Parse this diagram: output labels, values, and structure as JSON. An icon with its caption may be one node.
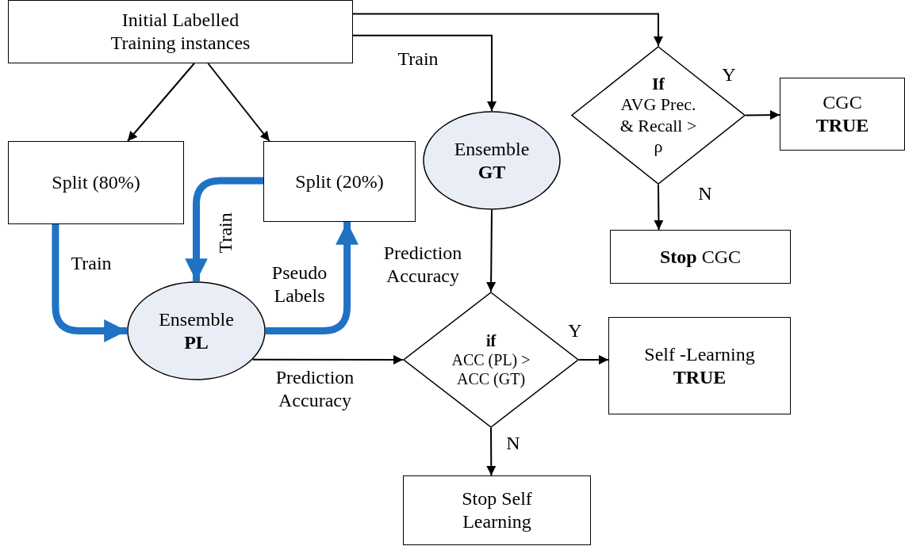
{
  "diagram": {
    "nodes": [
      {
        "text": [
          "Initial Labelled Training instances"
        ]
      },
      {
        "text": [
          "Split (80%)"
        ]
      },
      {
        "text": [
          "Split (20%)"
        ]
      },
      {
        "text": [
          "Ensemble",
          "GT"
        ]
      },
      {
        "text": [
          "If",
          "AVG Prec. & Recall > ρ"
        ]
      },
      {
        "text": [
          "CGC",
          "TRUE"
        ]
      },
      {
        "text": [
          "**Stop** CGC"
        ]
      },
      {
        "text": [
          "Ensemble",
          "PL"
        ]
      },
      {
        "text": [
          "if",
          "ACC (PL) > ACC (GT)"
        ]
      },
      {
        "text": [
          "Self -Learning",
          "TRUE"
        ]
      },
      {
        "text": [
          "Stop Self Learning"
        ]
      }
    ],
    "edges": [
      {
        "from": 0,
        "to": 1,
        "arrow": "to"
      },
      {
        "from": 0,
        "to": 2,
        "arrow": "to"
      },
      {
        "from": 0,
        "to": 3,
        "arrow": "to",
        "label": "Train"
      },
      {
        "from": 0,
        "to": 4,
        "arrow": "to"
      },
      {
        "from": 4,
        "to": 5,
        "arrow": "to",
        "label": "Y"
      },
      {
        "from": 4,
        "to": 6,
        "arrow": "to",
        "label": "N"
      },
      {
        "from": 1,
        "to": 7,
        "arrow": "to",
        "label": "Train",
        "style": "thick",
        "color": "#1f72c4"
      },
      {
        "from": 2,
        "to": 7,
        "arrow": "to",
        "label": "Train",
        "style": "thick",
        "color": "#1f72c4"
      },
      {
        "from": 7,
        "to": 2,
        "arrow": "to",
        "label": "Pseudo Labels",
        "style": "thick",
        "color": "#1f72c4"
      },
      {
        "from": 7,
        "to": 8,
        "arrow": "to",
        "label": "Prediction Accuracy"
      },
      {
        "from": 3,
        "to": 8,
        "arrow": "to",
        "label": "Prediction Accuracy"
      },
      {
        "from": 8,
        "to": 9,
        "arrow": "to",
        "label": "Y"
      },
      {
        "from": 8,
        "to": 10,
        "arrow": "to",
        "label": "N"
      }
    ]
  }
}
